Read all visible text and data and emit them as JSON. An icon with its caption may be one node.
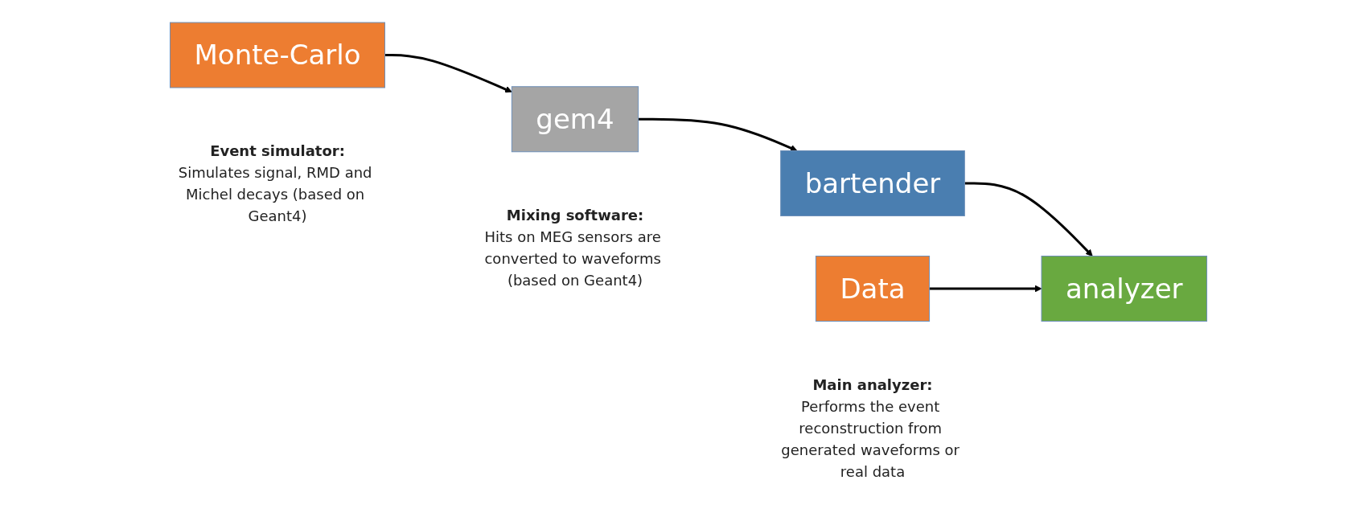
{
  "diagram": {
    "nodes": [
      {
        "text": [
          "Monte-Carlo"
        ]
      },
      {
        "text": [
          "gem4"
        ],
        "beside": [
          "Event simulator:",
          "Simulates signal, RMD and Michel decays (based on Geant4)"
        ]
      },
      {
        "text": [
          "bartender"
        ],
        "beside": [
          "Mixing software:",
          "Hits on MEG sensors are converted to waveforms (based on Geant4)"
        ]
      },
      {
        "text": [
          "analyzer"
        ],
        "beside": [
          "Main analyzer:",
          "Performs the event reconstruction from generated waveforms or real data"
        ]
      },
      {
        "text": [
          "Data"
        ]
      }
    ],
    "edges": [
      {
        "from": 0,
        "to": 1,
        "arrow": "to"
      },
      {
        "from": 1,
        "to": 2,
        "arrow": "to"
      },
      {
        "from": 2,
        "to": 3,
        "arrow": "to"
      },
      {
        "from": 4,
        "to": 3,
        "arrow": "to"
      }
    ]
  }
}
